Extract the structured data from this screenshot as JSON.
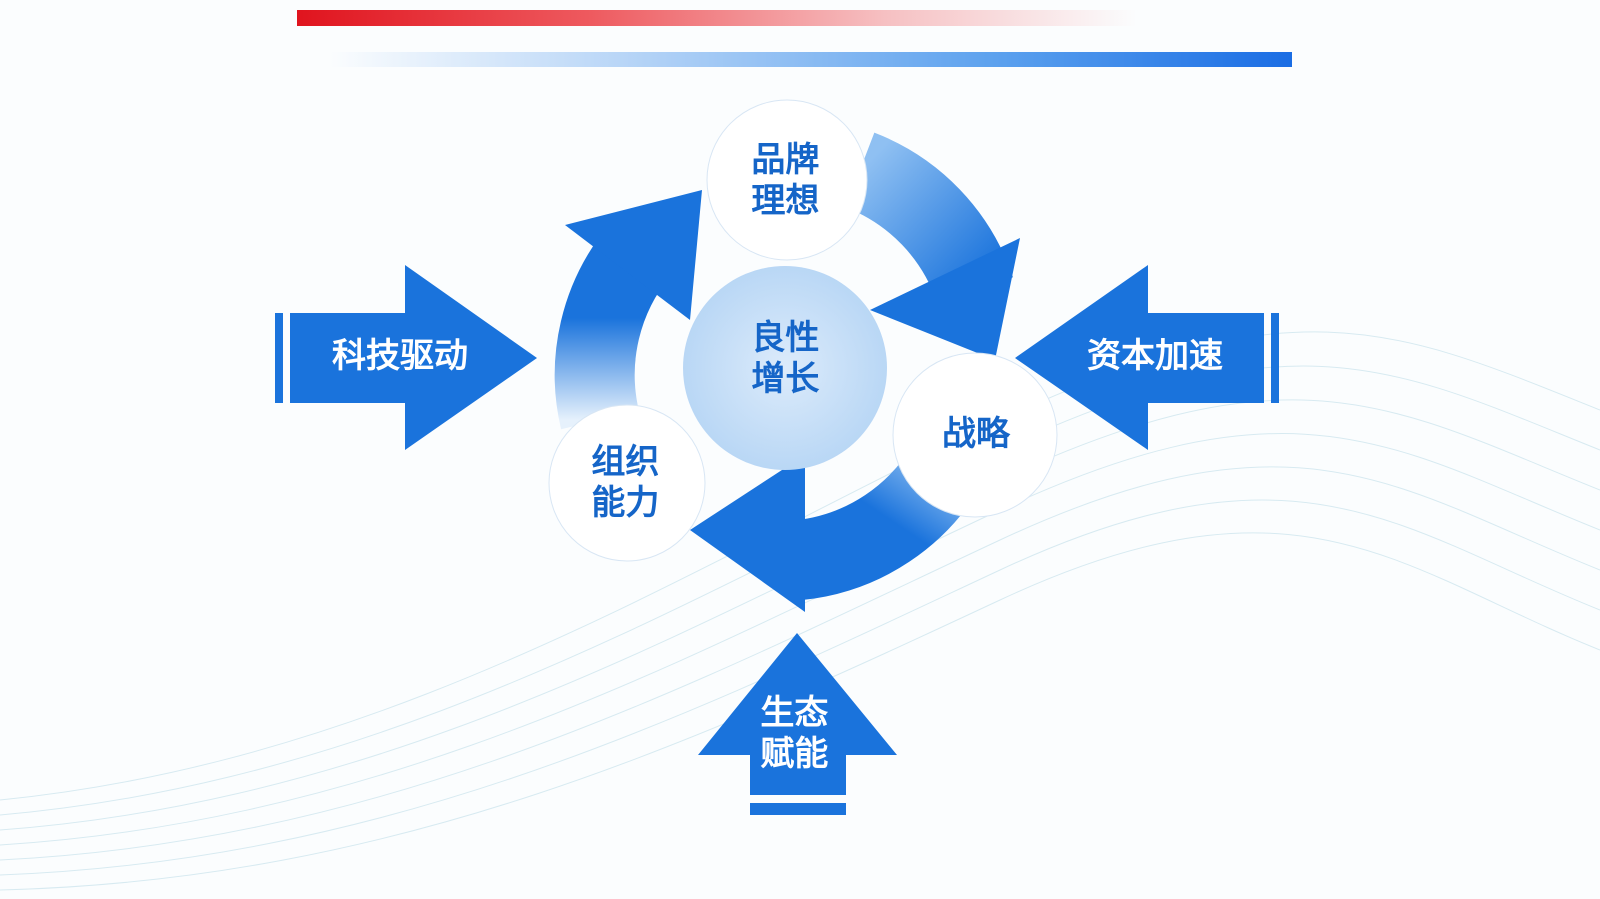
{
  "title_bars": {
    "top_color": "#e0141e",
    "bottom_color": "#1a6de4"
  },
  "center": {
    "label": "良性增长"
  },
  "cycle": [
    {
      "label": "品牌理想"
    },
    {
      "label": "战略"
    },
    {
      "label": "组织能力"
    }
  ],
  "drivers": {
    "left": {
      "label": "科技驱动"
    },
    "right": {
      "label": "资本加速"
    },
    "bottom": {
      "label": "生态赋能"
    }
  },
  "colors": {
    "primary": "#1a73dc",
    "light": "#cfe3f8",
    "text": "#1565c8"
  }
}
